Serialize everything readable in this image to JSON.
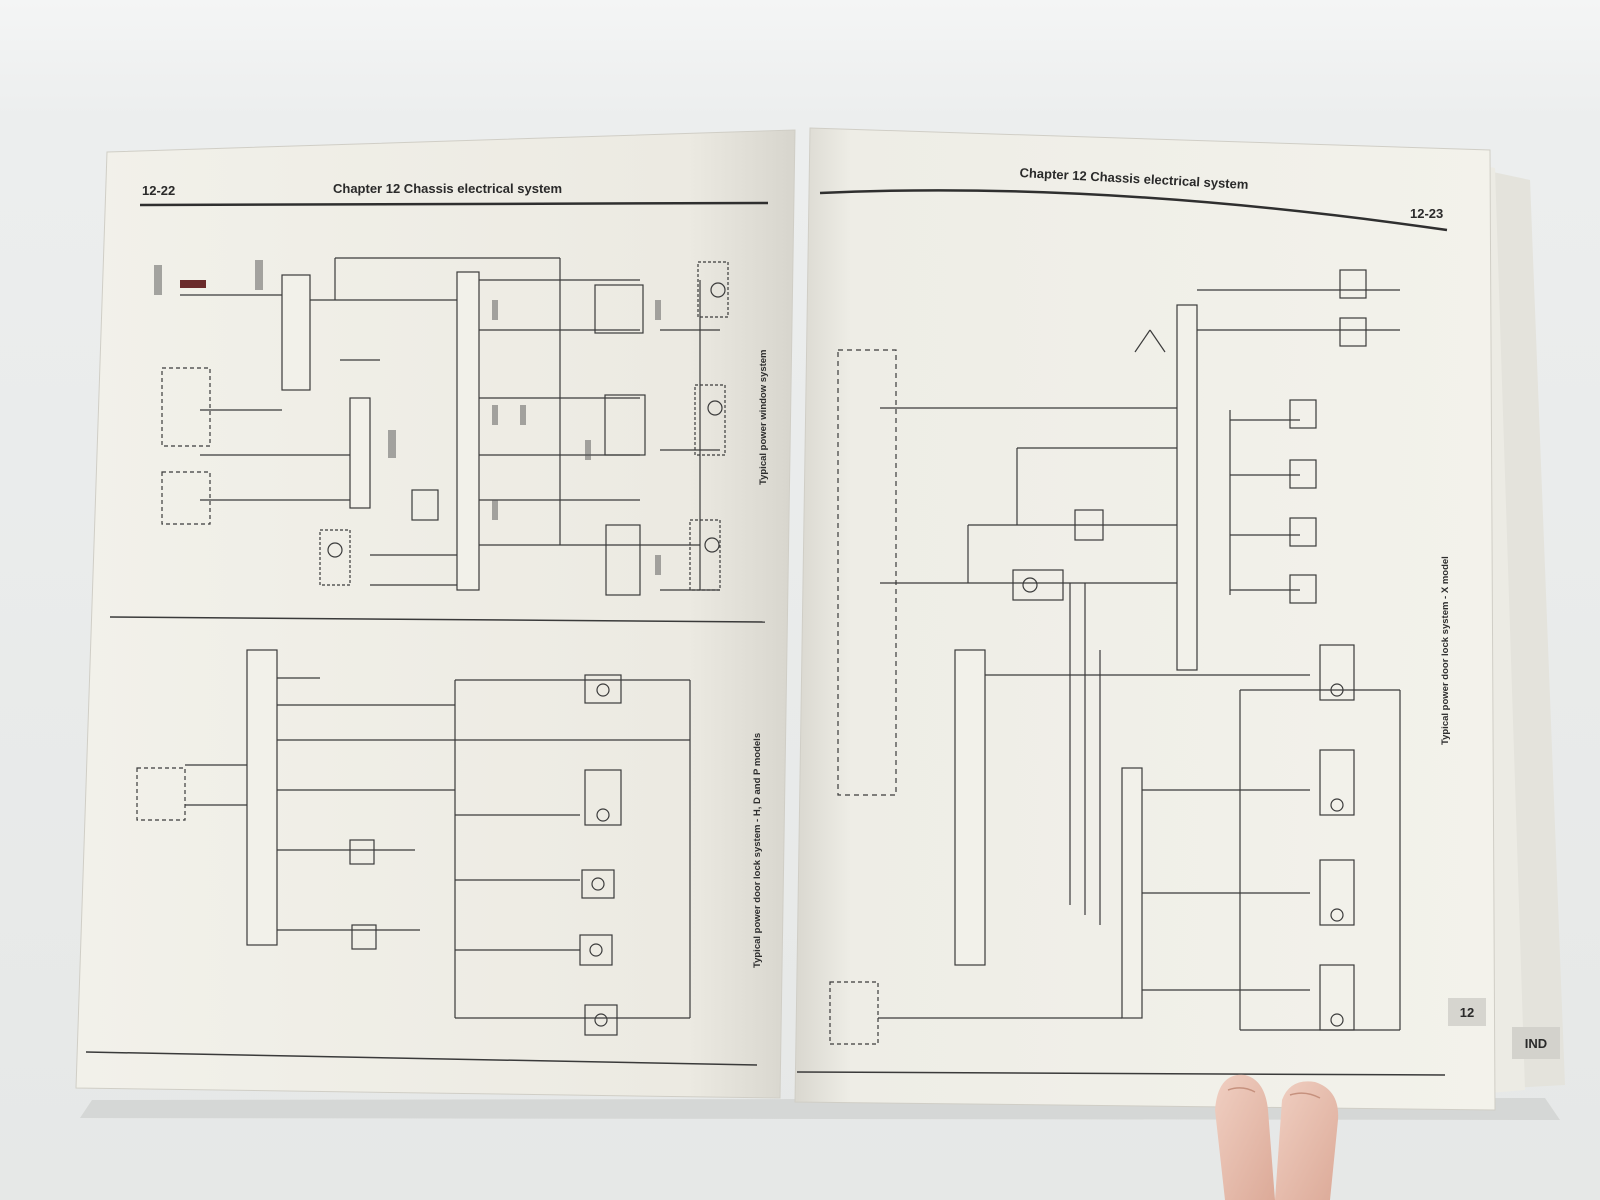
{
  "left_page": {
    "page_number": "12-22",
    "chapter_header": "Chapter 12  Chassis electrical system",
    "upper_diagram_caption": "Typical power window system",
    "lower_diagram_caption": "Typical power door lock system - H, D and P models"
  },
  "right_page": {
    "page_number": "12-23",
    "chapter_header": "Chapter 12  Chassis electrical system",
    "diagram_caption": "Typical power door lock system - X model"
  },
  "thumb_tabs": {
    "chapter_tab": "12",
    "index_tab": "IND"
  },
  "colors": {
    "page_paper": "#f2f1ea",
    "ink": "#3a3a3a",
    "background": "#e9ebea"
  }
}
